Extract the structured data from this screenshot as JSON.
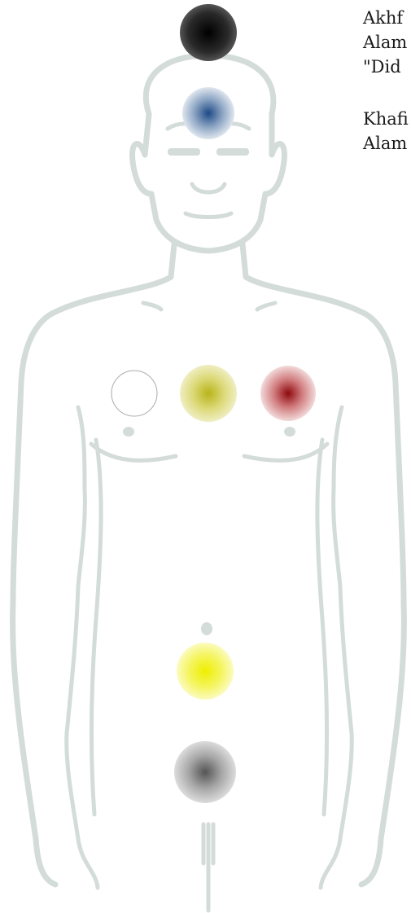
{
  "labels": {
    "line1": "Akhf",
    "line2": "Alam",
    "line3": "\"Did",
    "line4": "Khafi",
    "line5": "Alam"
  },
  "centers": [
    {
      "name": "crown-center",
      "color": "#1a1a1a"
    },
    {
      "name": "forehead-center",
      "color": "#2e5a8e"
    },
    {
      "name": "right-chest-center",
      "color": "#ffffff",
      "stroke": "#aaaaaa"
    },
    {
      "name": "middle-chest-center",
      "color": "#c8c430"
    },
    {
      "name": "left-chest-center",
      "color": "#a01418"
    },
    {
      "name": "navel-center",
      "color": "#f2f200"
    },
    {
      "name": "lower-abdomen-center",
      "color": "#777777"
    }
  ]
}
